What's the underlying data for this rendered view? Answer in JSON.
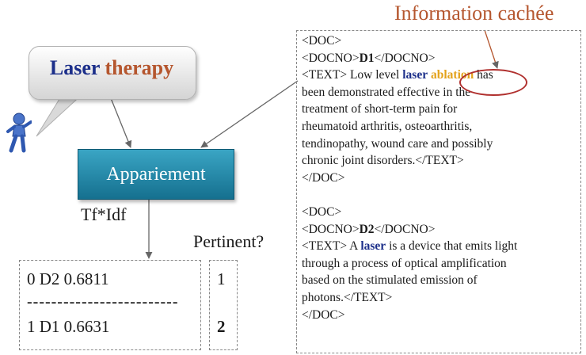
{
  "hidden_info_label": "Information cachée",
  "query": {
    "word1": "Laser",
    "word2": "therapy"
  },
  "process": {
    "label": "Appariement",
    "method": "Tf*Idf"
  },
  "relevance_header": "Pertinent?",
  "results": {
    "row1": "0 D2 0.6811",
    "separator": "-------------------------",
    "row2": "1 D1 0.6631",
    "rel1": "1",
    "rel2": "2"
  },
  "doc1": {
    "open": "<DOC>",
    "docno_open": "<DOCNO>",
    "docno": "D1",
    "docno_close": "</DOCNO>",
    "text_open": "<TEXT> Low level ",
    "kw_laser": "laser",
    "kw_ablation": "ablation",
    "text_rest1": " has",
    "line2": "been demonstrated effective in the",
    "line3": "treatment of short-term pain for",
    "line4": "rheumatoid arthritis, osteoarthritis,",
    "line5": "tendinopathy, wound care and possibly",
    "line6": "chronic joint disorders.</TEXT>",
    "close": "</DOC>"
  },
  "doc2": {
    "open": "<DOC>",
    "docno_open": "<DOCNO>",
    "docno": "D2",
    "docno_close": "</DOCNO>",
    "text_open": "<TEXT> A ",
    "kw_laser": "laser",
    "text_rest1": " is a device that emits light",
    "line2": "through a process of optical amplification",
    "line3": "based on the stimulated emission of",
    "line4": "photons.</TEXT>",
    "close": "</DOC>"
  },
  "colors": {
    "brand_blue": "#1c2f8a",
    "accent_orange": "#b5562e",
    "keyword_orange": "#e3a21a",
    "box_teal": "#1f88a8",
    "oval_red": "#b0302e"
  }
}
